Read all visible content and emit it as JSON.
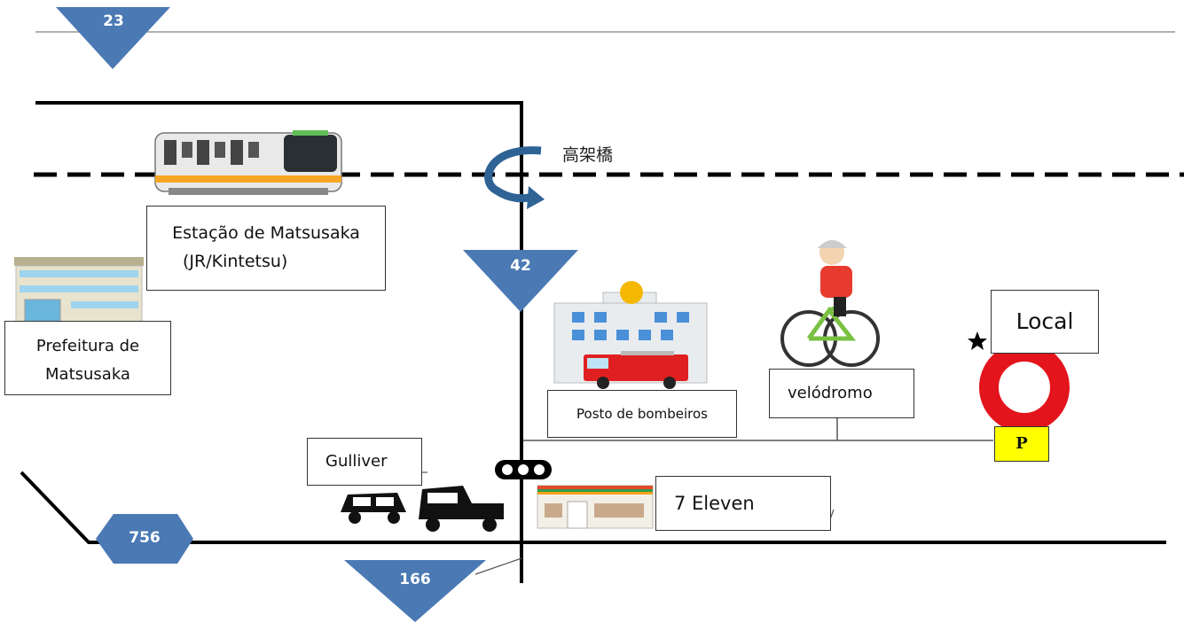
{
  "routes": {
    "r23": "23",
    "r42": "42",
    "r756": "756",
    "r166": "166"
  },
  "labels": {
    "station_line1": "Estação de Matsusaka",
    "station_line2": "(JR/Kintetsu)",
    "city_hall_line1": "Prefeitura  de",
    "city_hall_line2": "Matsusaka",
    "fire_station": "Posto de bombeiros",
    "velodrome": "velódromo",
    "venue": "Local",
    "gulliver": "Gulliver",
    "seven_eleven": "7 Eleven",
    "overpass": "高架橋",
    "parking": "P"
  },
  "icons": {
    "train": "train-icon",
    "city_hall": "office-building-icon",
    "fire_station": "fire-station-icon",
    "cyclist": "cyclist-icon",
    "cars": "car-icon",
    "convenience_store": "convenience-store-icon",
    "traffic_light": "traffic-light-icon",
    "venue_marker": "ring-marker-icon",
    "star": "star-icon",
    "overpass_arrow": "curved-arrow-icon"
  },
  "colors": {
    "route_shield": "#4a79b4",
    "venue_ring": "#e3141b",
    "parking_bg": "#ffff00",
    "train_stripe": "#f5a623",
    "fire_truck": "#e02020"
  }
}
